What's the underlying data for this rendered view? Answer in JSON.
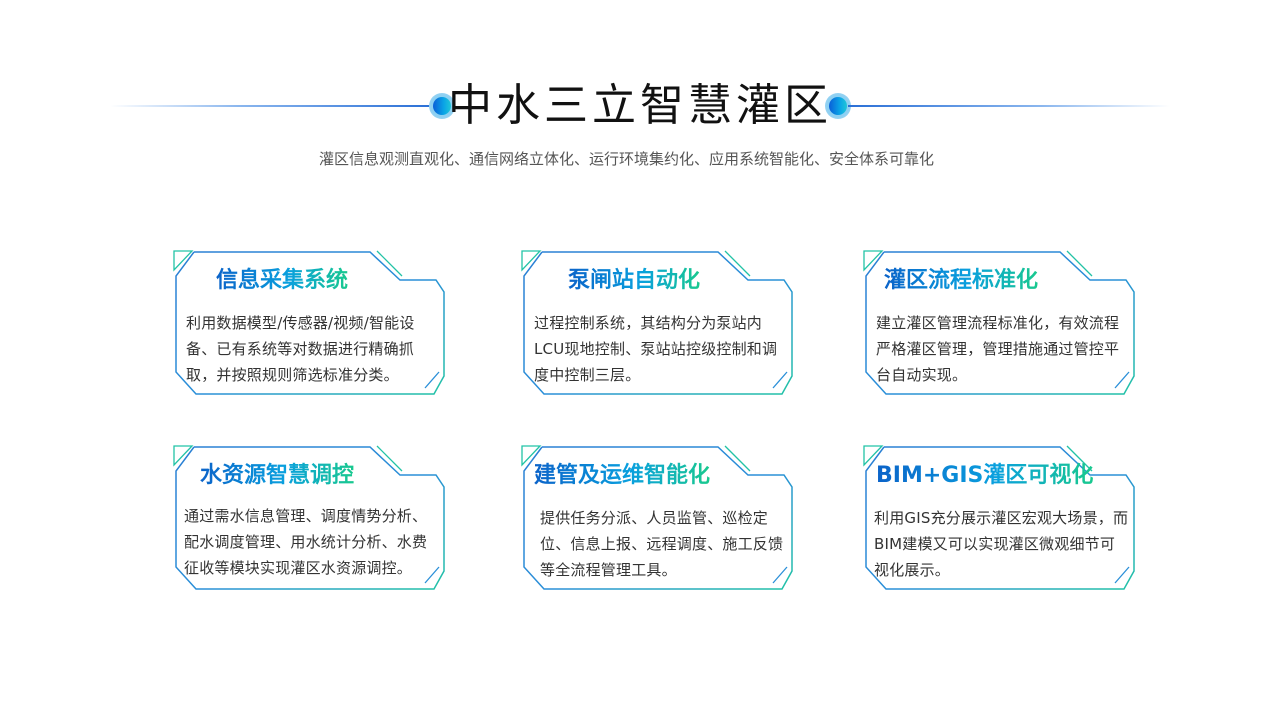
{
  "header": {
    "title": "中水三立智慧灌区",
    "subtitle": "灌区信息观测直观化、通信网络立体化、运行环境集约化、应用系统智能化、安全体系可靠化"
  },
  "colors": {
    "title_gradient_start": "#0b63c9",
    "title_gradient_mid": "#0aa0de",
    "title_gradient_end": "#19c98e",
    "border_blue": "#2a7fd4",
    "border_green": "#22c3a6",
    "body_text": "#333333"
  },
  "cards": [
    {
      "title": "信息采集系统",
      "body": "利用数据模型/传感器/视频/智能设备、已有系统等对数据进行精确抓取，并按照规则筛选标准分类。"
    },
    {
      "title": "泵闸站自动化",
      "body": "过程控制系统，其结构分为泵站内LCU现地控制、泵站站控级控制和调度中控制三层。"
    },
    {
      "title": "灌区流程标准化",
      "body": "建立灌区管理流程标准化，有效流程严格灌区管理，管理措施通过管控平台自动实现。"
    },
    {
      "title": "水资源智慧调控",
      "body": "通过需水信息管理、调度情势分析、配水调度管理、用水统计分析、水费征收等模块实现灌区水资源调控。"
    },
    {
      "title": "建管及运维智能化",
      "body": "提供任务分派、人员监管、巡检定位、信息上报、远程调度、施工反馈等全流程管理工具。"
    },
    {
      "title": "BIM+GIS灌区可视化",
      "body": "利用GIS充分展示灌区宏观大场景，而BIM建模又可以实现灌区微观细节可视化展示。"
    }
  ]
}
